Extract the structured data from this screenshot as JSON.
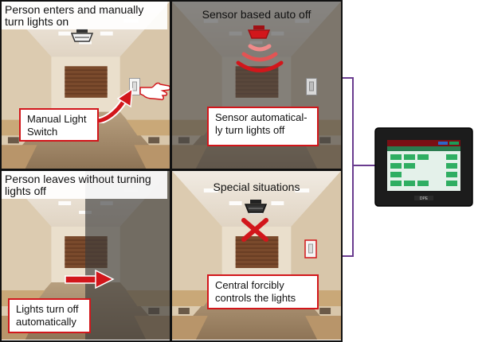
{
  "panels": {
    "p1": {
      "title": "Person enters and manually turn lights on",
      "callout": "Manual Light Switch"
    },
    "p2": {
      "title": "Sensor based auto off",
      "callout": "Sensor automatical-ly turn lights off"
    },
    "p3": {
      "title": "Person leaves without turning lights off",
      "callout": "Lights turn off automatically"
    },
    "p4": {
      "title": "Special situations",
      "callout": "Central forcibly controls the lights"
    }
  },
  "colors": {
    "accent_red": "#d2161b",
    "connector_purple": "#6a3c8f",
    "panel_border": "#111111"
  },
  "icons": [
    "ceiling-sensor-icon",
    "wall-switch-icon",
    "hand-pointer-icon",
    "signal-waves-icon",
    "arrow-right-icon",
    "cross-icon",
    "touch-panel-device"
  ]
}
